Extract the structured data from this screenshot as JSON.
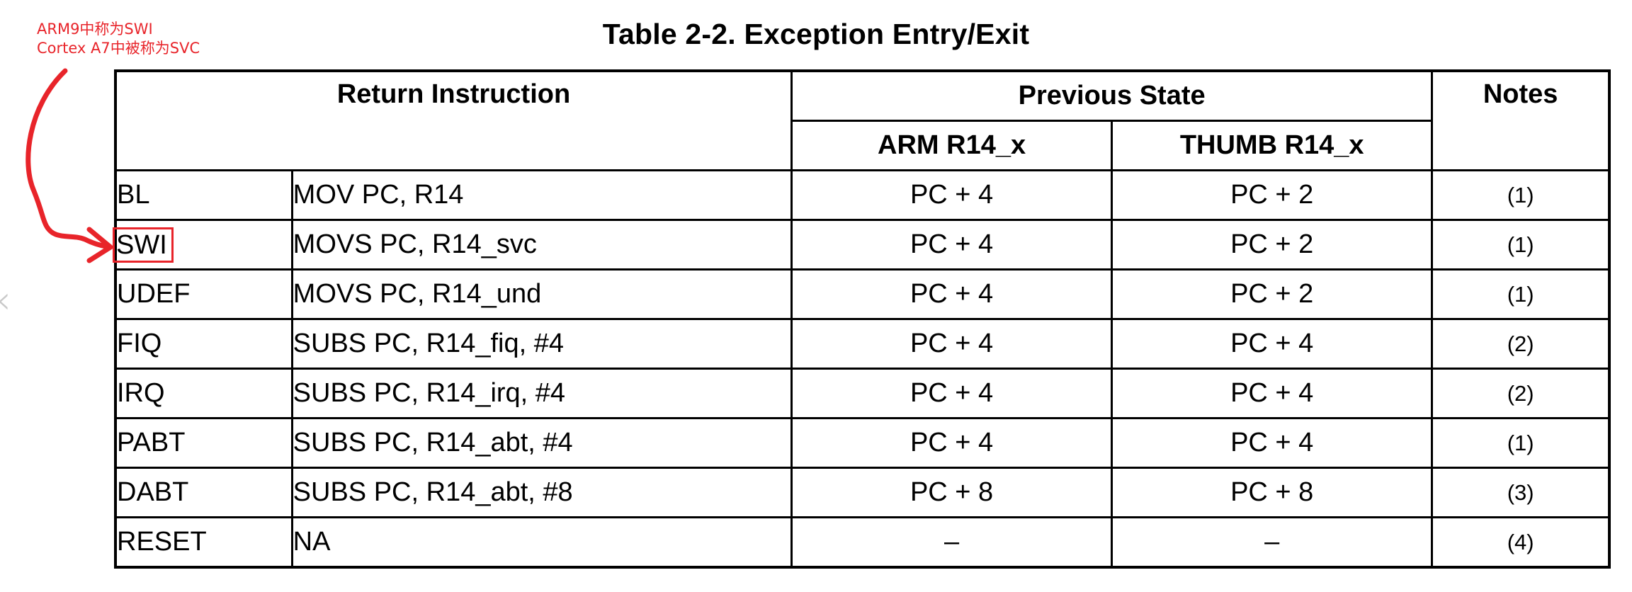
{
  "annotation": {
    "line1": "ARM9中称为SWI",
    "line2": "Cortex A7中被称为SVC",
    "color": "#e8242a"
  },
  "title": "Table 2-2. Exception Entry/Exit",
  "table": {
    "header": {
      "return_instruction": "Return Instruction",
      "previous_state": "Previous State",
      "arm": "ARM R14_x",
      "thumb": "THUMB R14_x",
      "notes": "Notes"
    },
    "rows": [
      {
        "name": "BL",
        "instruction": "MOV PC, R14",
        "arm": "PC + 4",
        "thumb": "PC + 2",
        "notes": "(1)"
      },
      {
        "name": "SWI",
        "instruction": "MOVS PC, R14_svc",
        "arm": "PC + 4",
        "thumb": "PC + 2",
        "notes": "(1)"
      },
      {
        "name": "UDEF",
        "instruction": "MOVS PC, R14_und",
        "arm": "PC + 4",
        "thumb": "PC + 2",
        "notes": "(1)"
      },
      {
        "name": "FIQ",
        "instruction": "SUBS PC, R14_fiq, #4",
        "arm": "PC + 4",
        "thumb": "PC + 4",
        "notes": "(2)"
      },
      {
        "name": "IRQ",
        "instruction": "SUBS PC, R14_irq, #4",
        "arm": "PC + 4",
        "thumb": "PC + 4",
        "notes": "(2)"
      },
      {
        "name": "PABT",
        "instruction": "SUBS PC, R14_abt, #4",
        "arm": "PC + 4",
        "thumb": "PC + 4",
        "notes": "(1)"
      },
      {
        "name": "DABT",
        "instruction": "SUBS PC, R14_abt, #8",
        "arm": "PC + 8",
        "thumb": "PC + 8",
        "notes": "(3)"
      },
      {
        "name": "RESET",
        "instruction": "NA",
        "arm": "–",
        "thumb": "–",
        "notes": "(4)"
      }
    ]
  },
  "edge_icon": "chevron-left-icon"
}
